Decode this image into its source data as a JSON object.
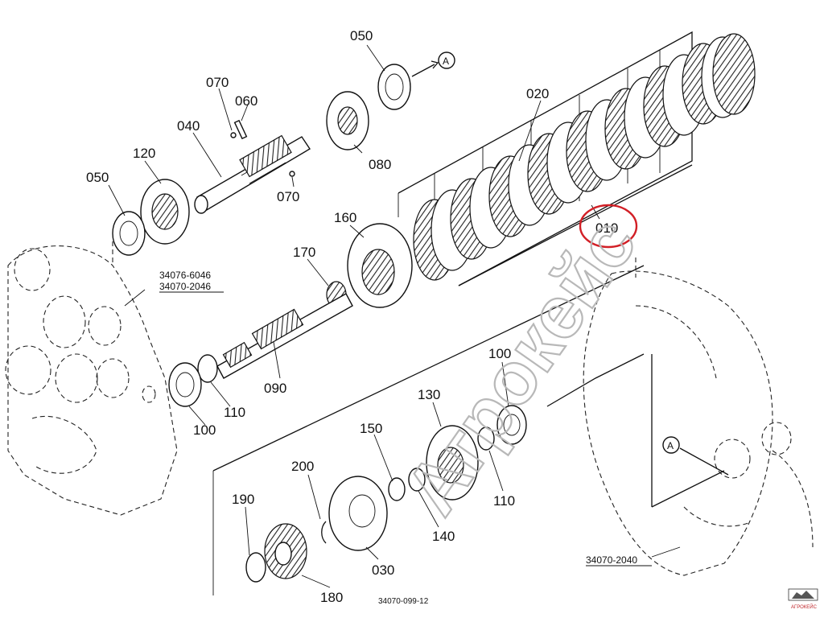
{
  "part_labels": {
    "p050_top": "050",
    "p070_a": "070",
    "p060": "060",
    "p040": "040",
    "p120": "120",
    "p050_left": "050",
    "p080": "080",
    "p070_b": "070",
    "p020": "020",
    "p010": "010",
    "p160": "160",
    "p170": "170",
    "p090": "090",
    "p110_a": "110",
    "p100_a": "100",
    "p100_b": "100",
    "p130": "130",
    "p150": "150",
    "p110_b": "110",
    "p140": "140",
    "p200": "200",
    "p190": "190",
    "p030": "030",
    "p180": "180"
  },
  "ref_labels": {
    "case_ref_1": "34076-6046",
    "case_ref_2": "34070-2046",
    "housing_ref": "34070-2040",
    "figure_code": "34070-099-12"
  },
  "markers": {
    "marker_a_top": "A",
    "marker_a_right": "A"
  },
  "watermark": {
    "text": "Агрокейс",
    "logo_text": "АГРОКЕЙС"
  },
  "colors": {
    "highlight": "#d21f26",
    "line": "#111111",
    "watermark": "#b8b8b8"
  }
}
